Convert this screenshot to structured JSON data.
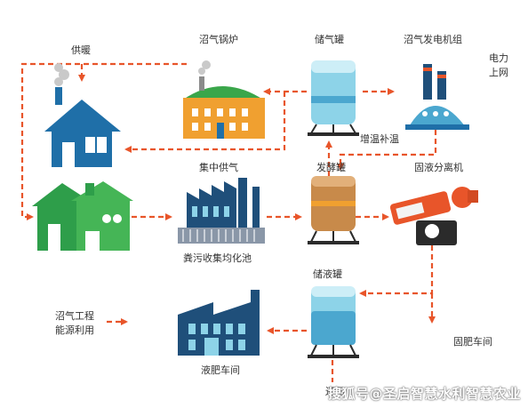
{
  "labels": {
    "heating": "供暖",
    "biogas_boiler": "沼气锅炉",
    "gas_tank": "储气罐",
    "generator_set": "沼气发电机组",
    "grid": "电力\n上网",
    "insulation": "增温补温",
    "central_supply": "集中供气",
    "fermenter": "发酵罐",
    "separator": "固液分离机",
    "manure_pool": "粪污收集均化池",
    "liquid_tank": "储液罐",
    "project_title": "沼气工程\n能源利用",
    "liquid_fertilizer": "液肥车间",
    "solid_fertilizer": "固肥车间",
    "to_field": "还田"
  },
  "watermark": "搜狐号@圣启智慧水利智慧农业",
  "colors": {
    "arrow": "#e8552a",
    "house_blue": "#1f6fa8",
    "barn_green": "#2e9e4a",
    "boiler_orange": "#f0a030",
    "dome_green": "#3aa64a",
    "tank_cyan": "#8dd3e8",
    "fermenter_brown": "#c88a4a",
    "factory_navy": "#1f4f7a"
  }
}
